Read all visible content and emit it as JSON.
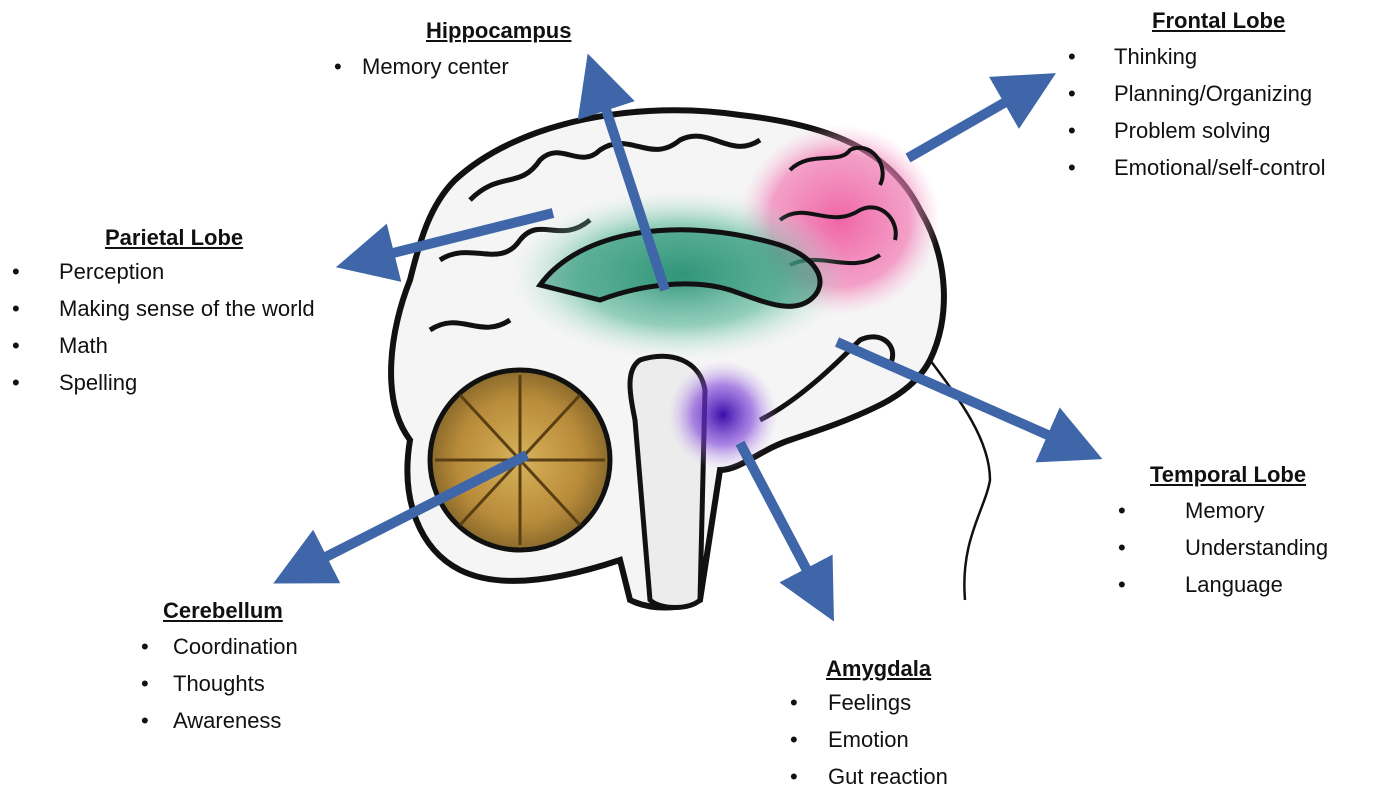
{
  "regions": {
    "hippocampus": {
      "title": "Hippocampus",
      "items": [
        "Memory center"
      ],
      "color": "#2f9e7e"
    },
    "frontal": {
      "title": "Frontal Lobe",
      "items": [
        "Thinking",
        "Planning/Organizing",
        "Problem solving",
        "Emotional/self-control"
      ],
      "color": "#f06aa8"
    },
    "parietal": {
      "title": "Parietal Lobe",
      "items": [
        "Perception",
        "Making sense of the world",
        "Math",
        "Spelling"
      ]
    },
    "temporal": {
      "title": "Temporal Lobe",
      "items": [
        "Memory",
        "Understanding",
        "Language"
      ]
    },
    "cerebellum": {
      "title": "Cerebellum",
      "items": [
        "Coordination",
        "Thoughts",
        "Awareness"
      ],
      "color": "#c9a24a"
    },
    "amygdala": {
      "title": "Amygdala",
      "items": [
        "Feelings",
        "Emotion",
        "Gut reaction"
      ],
      "color": "#6a2bd1"
    }
  },
  "arrow_color": "#3e66a8",
  "outline_color": "#111111"
}
